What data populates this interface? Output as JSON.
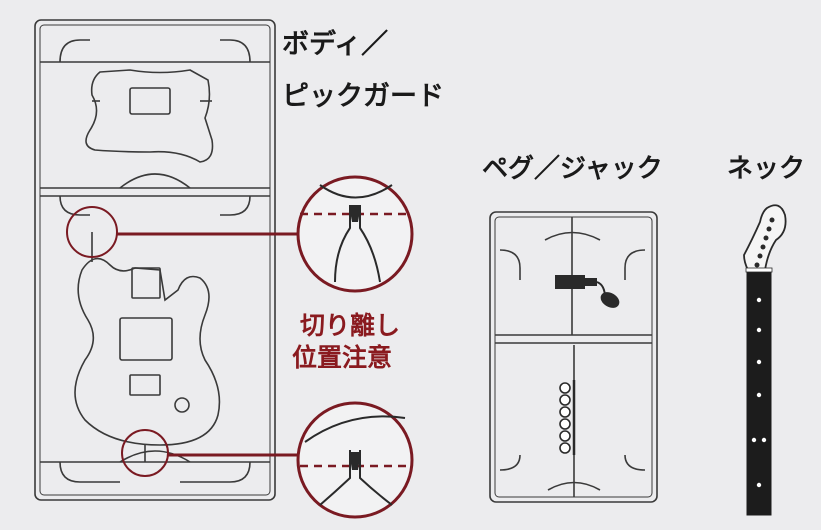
{
  "labels": {
    "body_pickguard_line1": "ボディ／",
    "body_pickguard_line2": "ピックガード",
    "peg_jack": "ペグ／ジャック",
    "neck": "ネック"
  },
  "warning": {
    "line1": "切り離し",
    "line2": "位置注意"
  },
  "colors": {
    "background": "#ececee",
    "line": "#3a3a3a",
    "warning": "#8a1a1f",
    "callout": "#7a1a22"
  }
}
